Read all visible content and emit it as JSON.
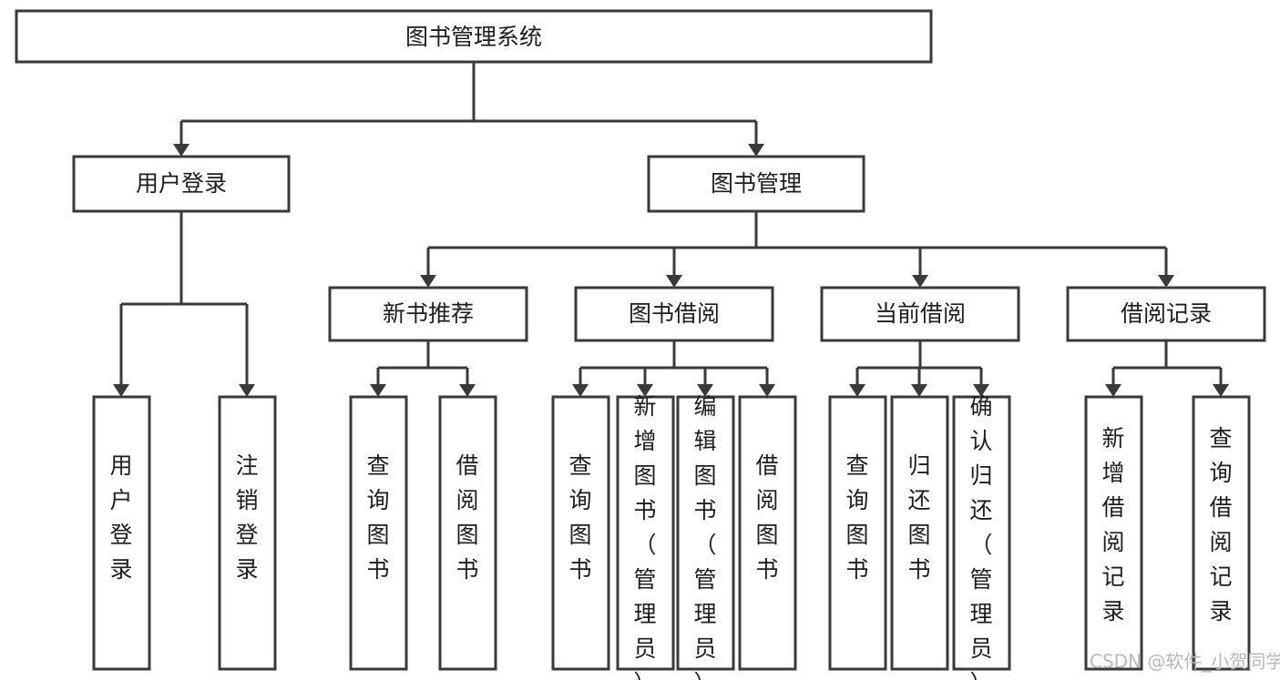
{
  "diagram": {
    "title": "图书管理系统",
    "type": "tree",
    "watermark": "CSDN @软件_小贺同学",
    "colors": {
      "box_fill": "#ffffff",
      "box_stroke": "#3a3a3a",
      "text": "#1d1d1d",
      "connector": "#3a3a3a",
      "watermark": "#b8b8b8",
      "background": "#ffffff"
    },
    "root": {
      "label": "图书管理系统"
    },
    "level2": [
      {
        "label": "用户登录"
      },
      {
        "label": "图书管理"
      }
    ],
    "level3": [
      {
        "label": "新书推荐"
      },
      {
        "label": "图书借阅"
      },
      {
        "label": "当前借阅"
      },
      {
        "label": "借阅记录"
      }
    ],
    "leaves": {
      "user_login": [
        {
          "label": "用户登录"
        },
        {
          "label": "注销登录"
        }
      ],
      "new_book": [
        {
          "label": "查询图书"
        },
        {
          "label": "借阅图书"
        }
      ],
      "borrow_book": [
        {
          "label": "查询图书"
        },
        {
          "label": "新增图书（管理员）"
        },
        {
          "label": "编辑图书（管理员）"
        },
        {
          "label": "借阅图书"
        }
      ],
      "current_borrow": [
        {
          "label": "查询图书"
        },
        {
          "label": "归还图书"
        },
        {
          "label": "确认归还（管理员）"
        }
      ],
      "borrow_record": [
        {
          "label": "新增借阅记录"
        },
        {
          "label": "查询借阅记录"
        }
      ]
    }
  }
}
